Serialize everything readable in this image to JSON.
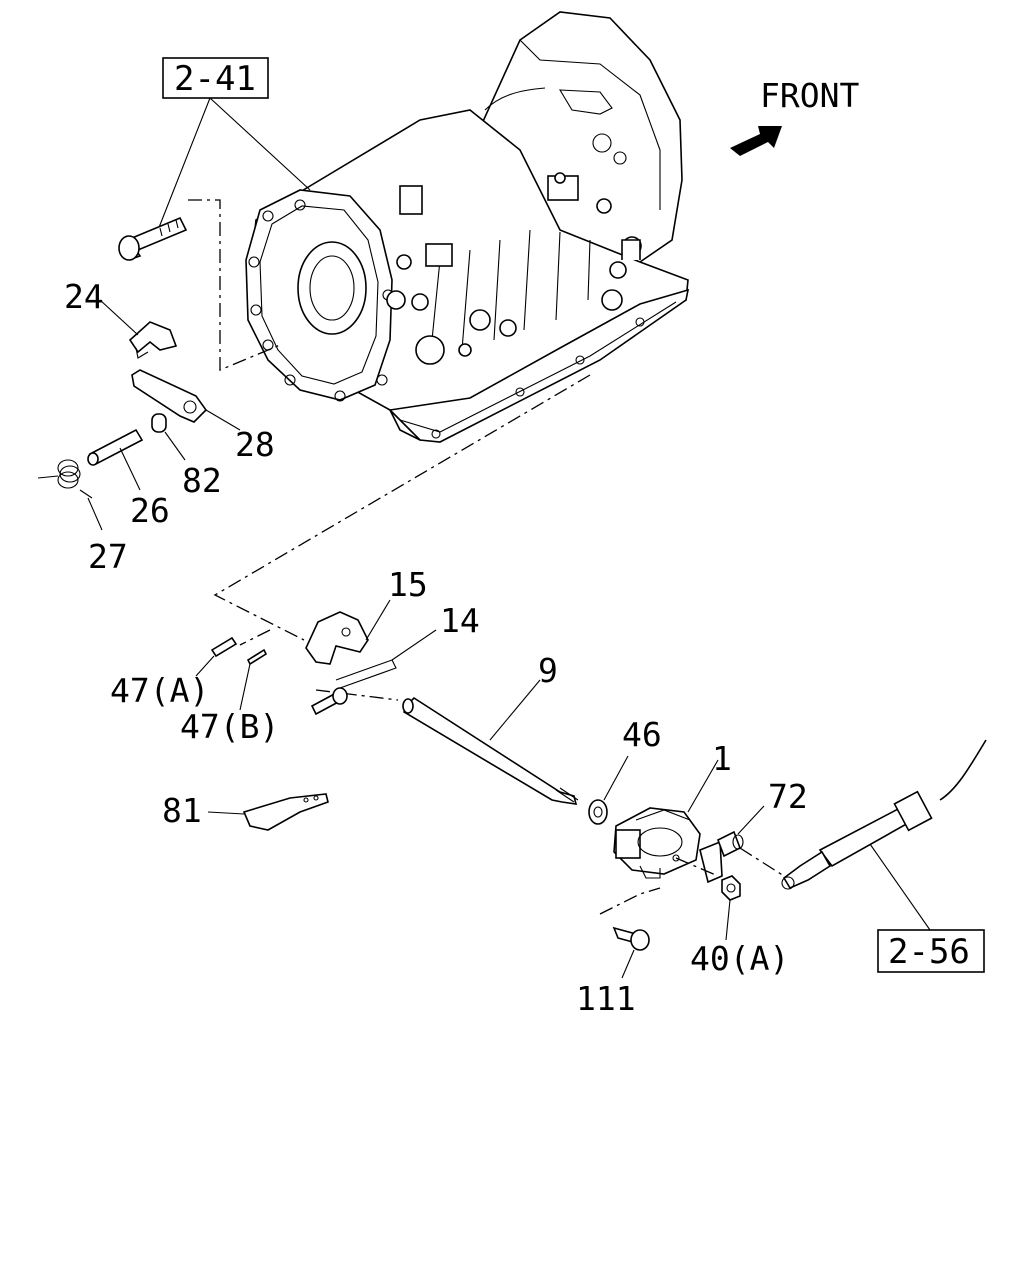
{
  "direction_label": "FRONT",
  "ref_boxes": [
    {
      "id": "ref-2-41",
      "text": "2-41"
    },
    {
      "id": "ref-2-56",
      "text": "2-56"
    }
  ],
  "callouts": [
    {
      "id": "24",
      "text": "24"
    },
    {
      "id": "28",
      "text": "28"
    },
    {
      "id": "82",
      "text": "82"
    },
    {
      "id": "26",
      "text": "26"
    },
    {
      "id": "27",
      "text": "27"
    },
    {
      "id": "15",
      "text": "15"
    },
    {
      "id": "14",
      "text": "14"
    },
    {
      "id": "47a",
      "text": "47(A)"
    },
    {
      "id": "47b",
      "text": "47(B)"
    },
    {
      "id": "9",
      "text": "9"
    },
    {
      "id": "46",
      "text": "46"
    },
    {
      "id": "1",
      "text": "1"
    },
    {
      "id": "72",
      "text": "72"
    },
    {
      "id": "81",
      "text": "81"
    },
    {
      "id": "40a",
      "text": "40(A)"
    },
    {
      "id": "111",
      "text": "111"
    }
  ],
  "icons": [
    "front-arrow-icon"
  ]
}
